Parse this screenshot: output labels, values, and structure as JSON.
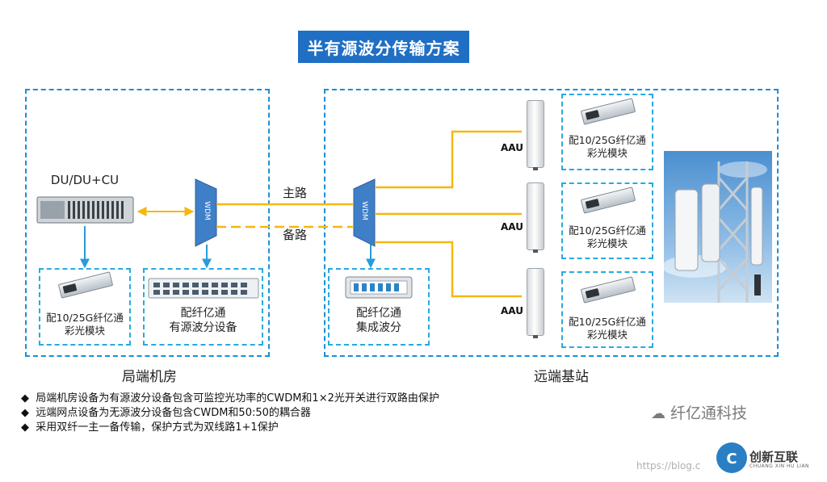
{
  "title": "半有源波分传输方案",
  "local_site": {
    "label": "局端机房",
    "du_label": "DU/DU+CU",
    "module_label_line1": "配10/25G纤亿通",
    "module_label_line2": "彩光模块",
    "wdm_equipment_line1": "配纤亿通",
    "wdm_equipment_line2": "有源波分设备",
    "wdm_label": "WDM"
  },
  "links": {
    "main": "主路",
    "backup": "备路"
  },
  "remote_site": {
    "label": "远端基站",
    "wdm_label": "WDM",
    "passive_line1": "配纤亿通",
    "passive_line2": "集成波分",
    "aau_label": "AAU",
    "modules": [
      {
        "line1": "配10/25G纤亿通",
        "line2": "彩光模块"
      },
      {
        "line1": "配10/25G纤亿通",
        "line2": "彩光模块"
      },
      {
        "line1": "配10/25G纤亿通",
        "line2": "彩光模块"
      }
    ]
  },
  "bullets": [
    "局端机房设备为有源波分设备包含可监控光功率的CWDM和1×2光开关进行双路由保护",
    "远端网点设备为无源波分设备包含CWDM和50:50的耦合器",
    "采用双纤一主一备传输，保护方式为双线路1+1保护"
  ],
  "bullet_symbol": "◆",
  "watermarks": {
    "company": "纤亿通科技",
    "url": "https://blog.c",
    "logo_cn": "创新互联",
    "logo_en": "CHUANG XIN HU LIAN"
  },
  "colors": {
    "title_bg": "#1f6fc5",
    "dashed_border": "#1b8fd6",
    "fiber": "#f5b70f",
    "wdm": "#3f7fc8"
  }
}
